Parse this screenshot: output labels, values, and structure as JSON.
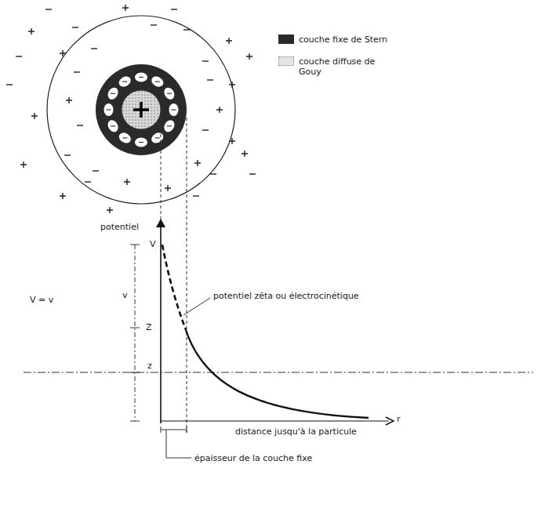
{
  "diagram": {
    "labels": [
      "potentiel",
      "V",
      "v",
      "V = v",
      "Z",
      "z",
      "potentiel zêta ou électrocinétique",
      "r",
      "distance jusqu'à la particule",
      "épaisseur de la couche fixe"
    ],
    "legend": [
      {
        "text": "couche fixe de Stern",
        "color": "#2a2a2a"
      },
      {
        "text": "couche diffuse de Gouy",
        "color": "#e4e4e4"
      }
    ]
  }
}
